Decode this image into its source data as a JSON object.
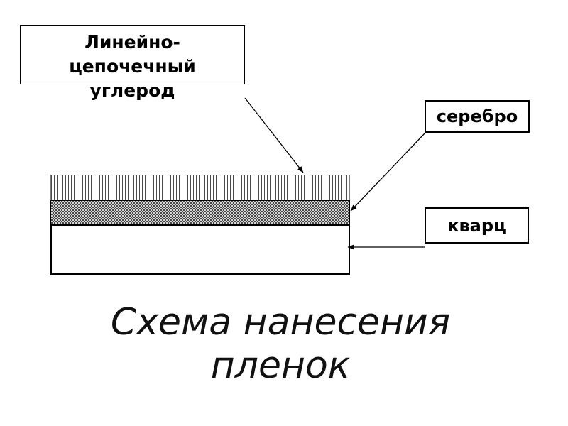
{
  "slide": {
    "title": "Схема нанесения пленок",
    "labels": {
      "carbon": "Линейно-\nцепочечный\nуглерод",
      "silver": "серебро",
      "quartz": "кварц"
    },
    "layers": [
      {
        "name": "линейно-цепочечный углерод",
        "pattern": "vertical-hatch"
      },
      {
        "name": "серебро",
        "pattern": "checkerboard"
      },
      {
        "name": "кварц",
        "pattern": "plain-white"
      }
    ],
    "colors": {
      "background": "#ffffff",
      "ink": "#000000",
      "title-ink": "#111111",
      "hatch-line": "#4d4d4d",
      "checker-dark": "#454545",
      "checker-light": "#d6d6d6",
      "layer-border": "#7f7f7f"
    }
  }
}
